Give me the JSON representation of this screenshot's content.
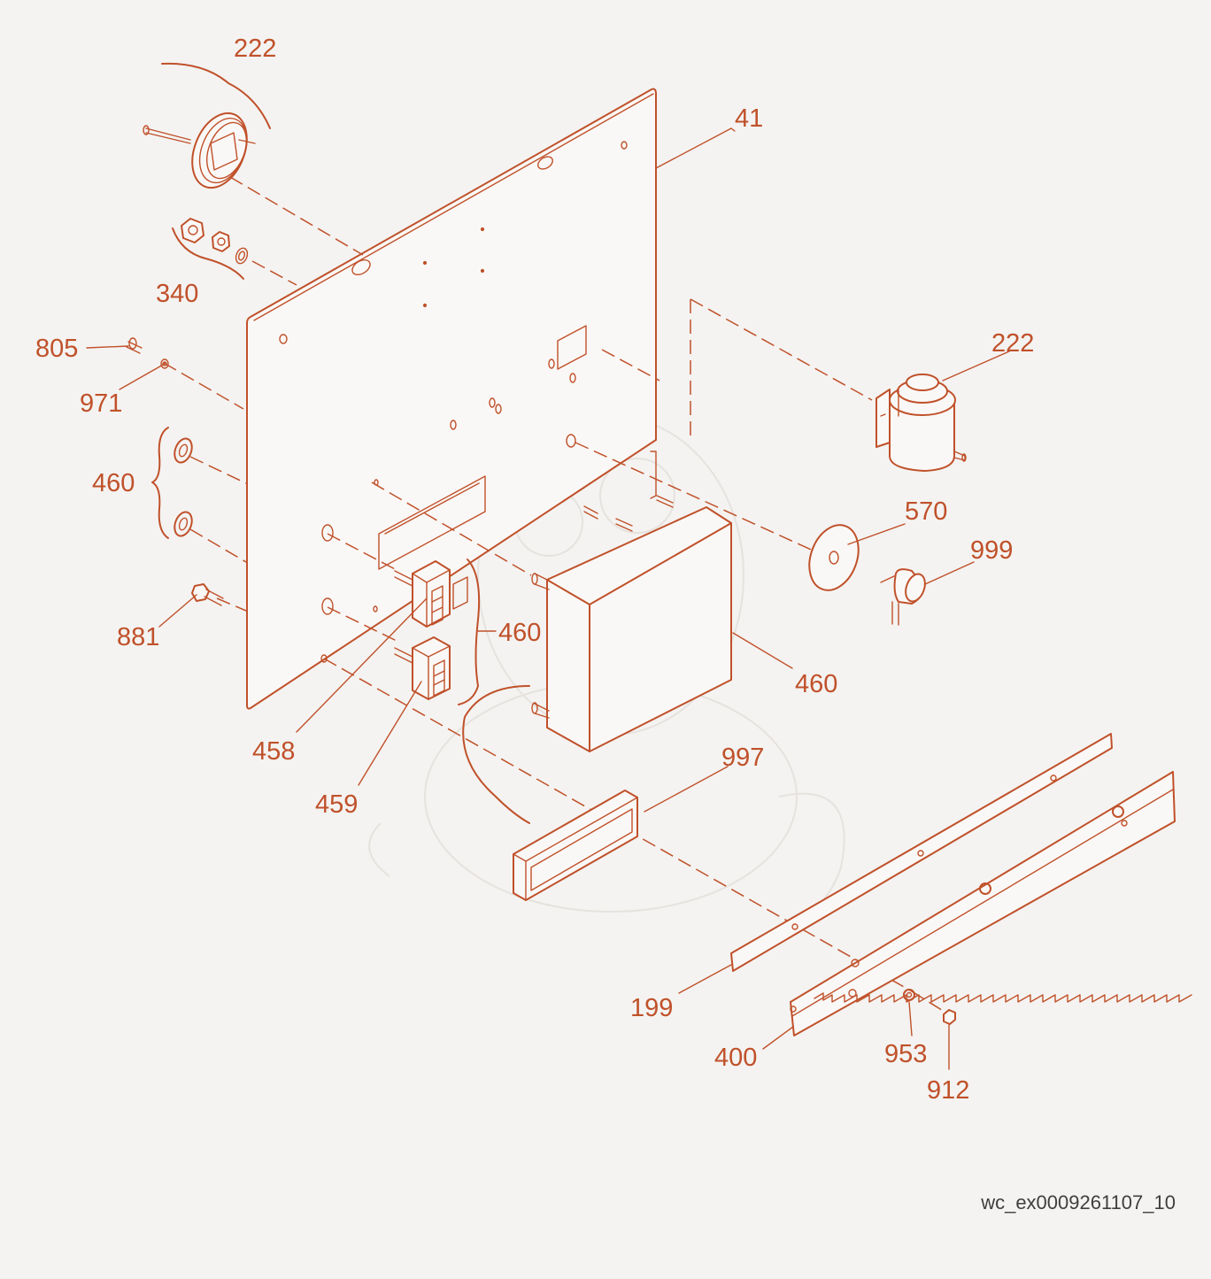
{
  "colors": {
    "line": "#c0512a",
    "background": "#f4f3f1"
  },
  "callouts": {
    "c222_top": "222",
    "c41": "41",
    "c340": "340",
    "c805": "805",
    "c971": "971",
    "c460_left": "460",
    "c881": "881",
    "c222_right": "222",
    "c570": "570",
    "c999": "999",
    "c460_mid": "460",
    "c460_box": "460",
    "c458": "458",
    "c459": "459",
    "c997": "997",
    "c199": "199",
    "c400": "400",
    "c953": "953",
    "c912": "912"
  },
  "document_id": "wc_ex0009261107_10"
}
